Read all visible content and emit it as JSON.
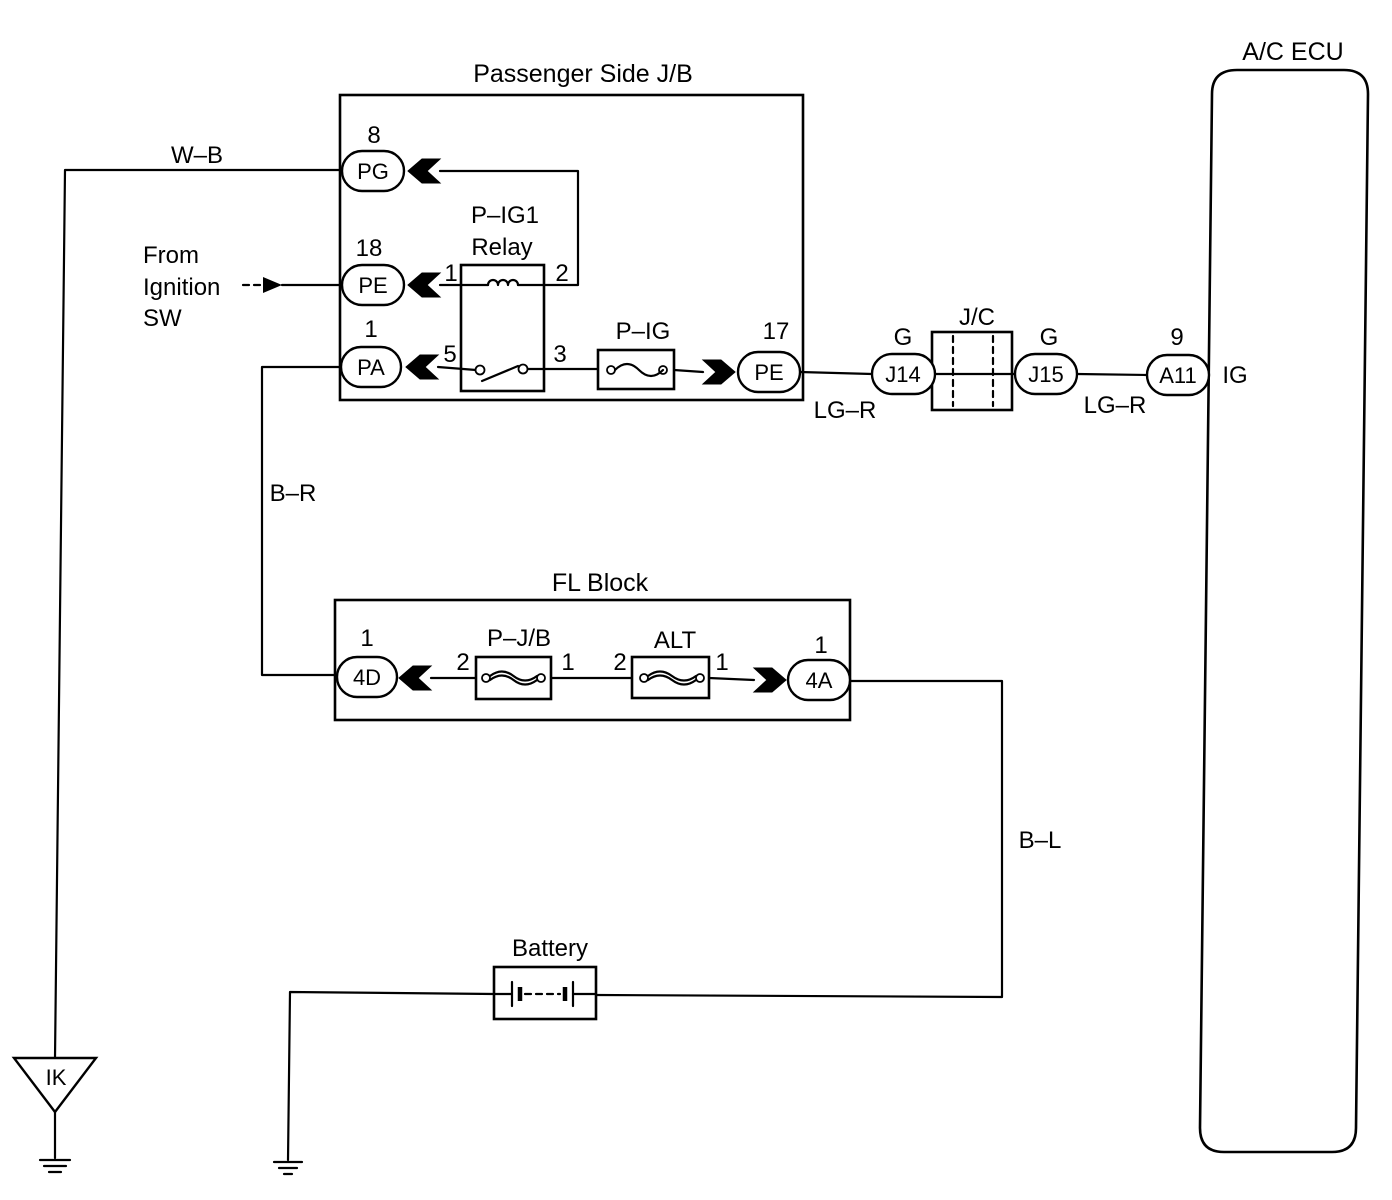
{
  "components": {
    "passenger_jb": "Passenger Side J/B",
    "fl_block": "FL Block",
    "ac_ecu": "A/C ECU",
    "ecu_terminal": "IG",
    "relay": {
      "name": "P–IG1",
      "type": "Relay",
      "pin_1": "1",
      "pin_2": "2",
      "pin_3": "3",
      "pin_5": "5"
    },
    "fuse_pig": "P–IG",
    "fuse_pjb": {
      "name": "P–J/B",
      "pin_left": "2",
      "pin_right": "1"
    },
    "fuse_alt": {
      "name": "ALT",
      "pin_left": "2",
      "pin_right": "1"
    },
    "junction_connector": "J/C",
    "battery": "Battery",
    "ground_point": "IK"
  },
  "source": {
    "line1": "From",
    "line2": "Ignition",
    "line3": "SW"
  },
  "connectors": {
    "pg": {
      "code": "PG",
      "pin": "8"
    },
    "pe_in": {
      "code": "PE",
      "pin": "18"
    },
    "pa": {
      "code": "PA",
      "pin": "1"
    },
    "pe_out": {
      "code": "PE",
      "pin": "17"
    },
    "j14": {
      "code": "J14",
      "wire_color": "G"
    },
    "j15": {
      "code": "J15",
      "wire_color": "G"
    },
    "a11": {
      "code": "A11",
      "pin": "9"
    },
    "d4": {
      "code": "4D",
      "pin": "1"
    },
    "a4": {
      "code": "4A",
      "pin": "1"
    }
  },
  "wires": {
    "wb": "W–B",
    "br": "B–R",
    "lgr_left": "LG–R",
    "lgr_right": "LG–R",
    "bl": "B–L"
  }
}
